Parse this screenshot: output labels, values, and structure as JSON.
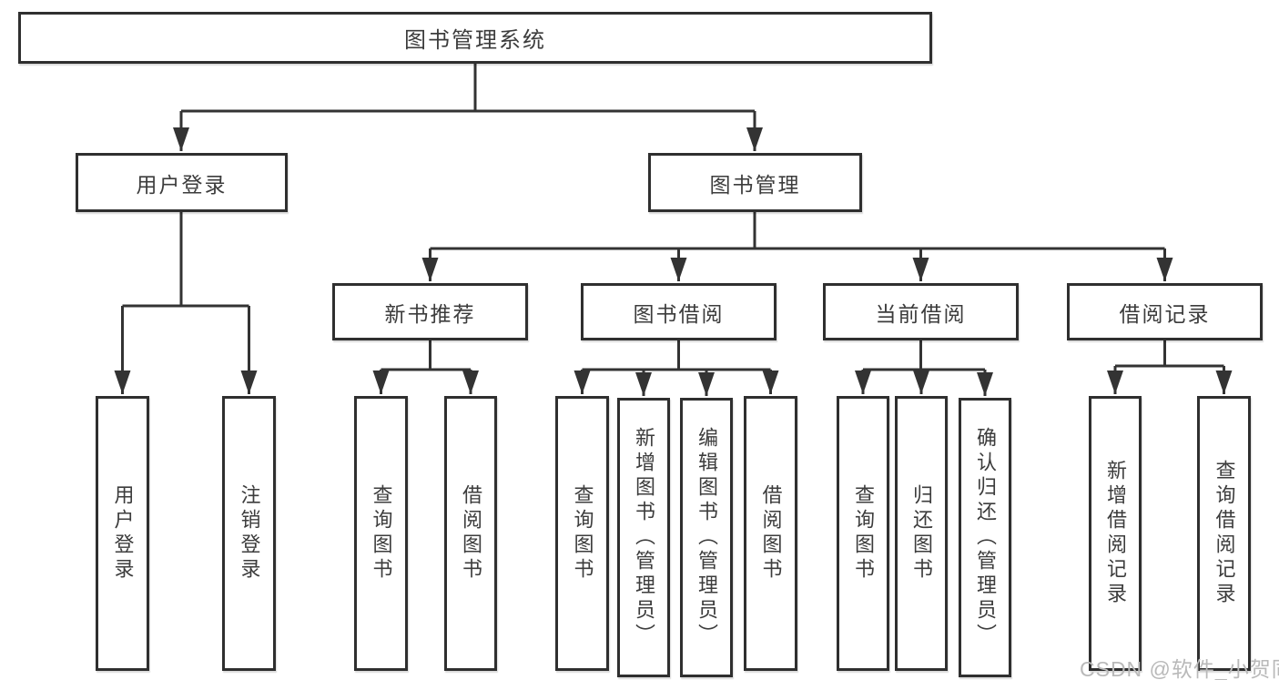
{
  "diagram": {
    "root": {
      "label": "图书管理系统"
    },
    "level1": [
      {
        "id": "user-login",
        "label": "用户登录"
      },
      {
        "id": "book-management",
        "label": "图书管理"
      }
    ],
    "level2": [
      {
        "id": "new-book-recommend",
        "label": "新书推荐"
      },
      {
        "id": "book-borrow",
        "label": "图书借阅"
      },
      {
        "id": "current-borrow",
        "label": "当前借阅"
      },
      {
        "id": "borrow-records",
        "label": "借阅记录"
      }
    ],
    "leaves": {
      "login": [
        {
          "label": "用户登录"
        },
        {
          "label": "注销登录"
        }
      ],
      "recommend": [
        {
          "label": "查询图书"
        },
        {
          "label": "借阅图书"
        }
      ],
      "borrow": [
        {
          "label": "查询图书"
        },
        {
          "label": "新增图书（管理员）"
        },
        {
          "label": "编辑图书（管理员）"
        },
        {
          "label": "借阅图书"
        }
      ],
      "current": [
        {
          "label": "查询图书"
        },
        {
          "label": "归还图书"
        },
        {
          "label": "确认归还（管理员）"
        }
      ],
      "records": [
        {
          "label": "新增借阅记录"
        },
        {
          "label": "查询借阅记录"
        }
      ]
    },
    "watermark": "CSDN @软件_小贺同学",
    "colors": {
      "line": "#333333",
      "border": "#2f2f2f",
      "text": "#3c3c3c",
      "watermark": "#b9b9b9",
      "background": "#ffffff"
    }
  }
}
